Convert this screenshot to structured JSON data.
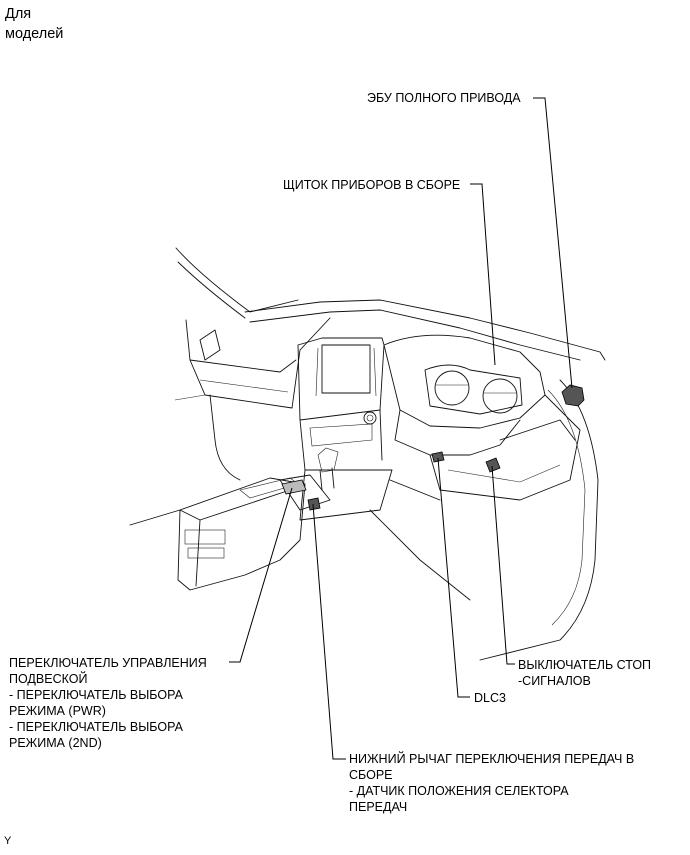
{
  "header": {
    "line1": "Для",
    "line2": "моделей"
  },
  "labels": {
    "ecu_4wd": "ЭБУ ПОЛНОГО ПРИВОДА",
    "cluster": "ЩИТОК ПРИБОРОВ В СБОРЕ",
    "suspension": {
      "l1": "ПЕРЕКЛЮЧАТЕЛЬ УПРАВЛЕНИЯ",
      "l2": "ПОДВЕСКОЙ",
      "l3": "- ПЕРЕКЛЮЧАТЕЛЬ ВЫБОРА",
      "l4": "РЕЖИМА (PWR)",
      "l5": "- ПЕРЕКЛЮЧАТЕЛЬ ВЫБОРА",
      "l6": "РЕЖИМА (2ND)"
    },
    "stop_lamp": {
      "l1": "ВЫКЛЮЧАТЕЛЬ СТОП",
      "l2": "-СИГНАЛОВ"
    },
    "dlc3": "DLC3",
    "shift_lever": {
      "l1": "НИЖНИЙ РЫЧАГ ПЕРЕКЛЮЧЕНИЯ ПЕРЕДАЧ В",
      "l2": "СБОРЕ",
      "l3": "- ДАТЧИК ПОЛОЖЕНИЯ СЕЛЕКТОРА",
      "l4": "ПЕРЕДАЧ"
    }
  },
  "corner_mark": "Y"
}
